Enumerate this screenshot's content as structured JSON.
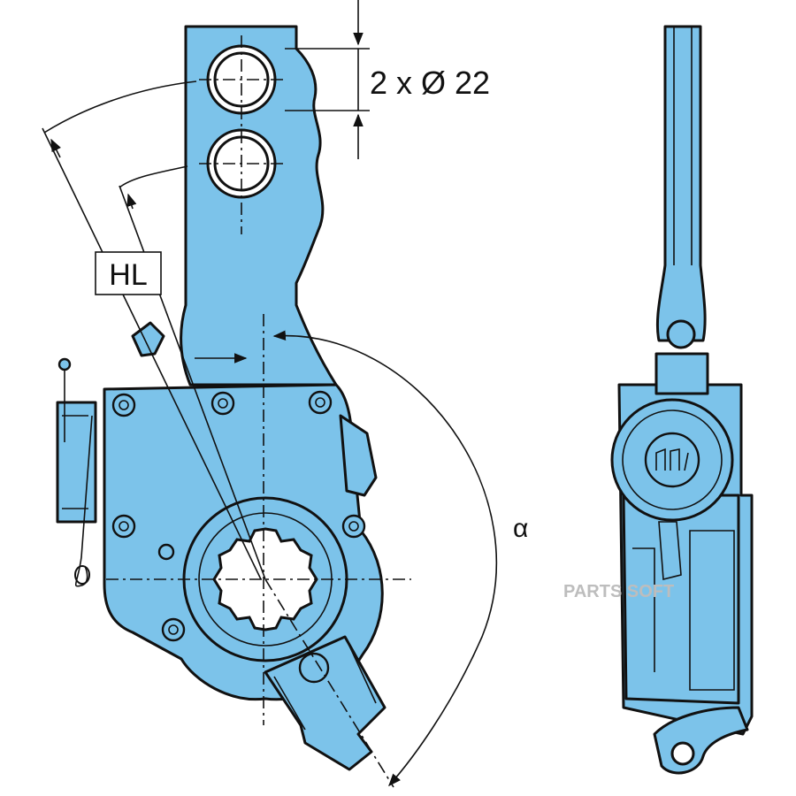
{
  "labels": {
    "hole_dimension": "2 x Ø 22",
    "stroke_label": "HL",
    "angle_label": "α"
  },
  "watermark": "PARTS SOFT",
  "colors": {
    "part_fill": "#7cc3ea",
    "outline": "#111111",
    "background": "#ffffff"
  }
}
